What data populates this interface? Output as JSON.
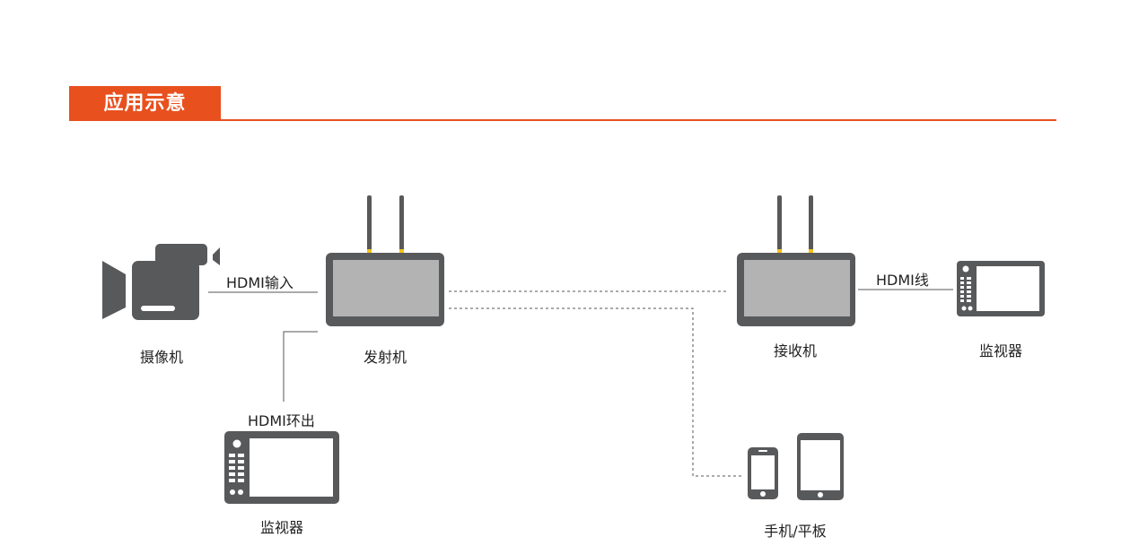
{
  "header": {
    "title": "应用示意"
  },
  "nodes": {
    "camera": {
      "label": "摄像机"
    },
    "transmitter": {
      "label": "发射机"
    },
    "receiver": {
      "label": "接收机"
    },
    "monitor_right": {
      "label": "监视器"
    },
    "monitor_loop": {
      "label": "监视器"
    },
    "mobile": {
      "label": "手机/平板"
    }
  },
  "connections": {
    "hdmi_in": "HDMI输入",
    "hdmi_loop": "HDMI环出",
    "hdmi_cable": "HDMI线"
  },
  "colors": {
    "accent": "#e8501e",
    "device": "#58595b",
    "screen": "#b3b3b3",
    "antenna_tip": "#f2c318",
    "line": "#555555",
    "white": "#ffffff"
  },
  "icons": {
    "camera": "video-camera-icon",
    "transmitter": "transmitter-device-icon",
    "receiver": "receiver-device-icon",
    "monitor": "monitor-icon",
    "phone": "phone-icon",
    "tablet": "tablet-icon"
  }
}
